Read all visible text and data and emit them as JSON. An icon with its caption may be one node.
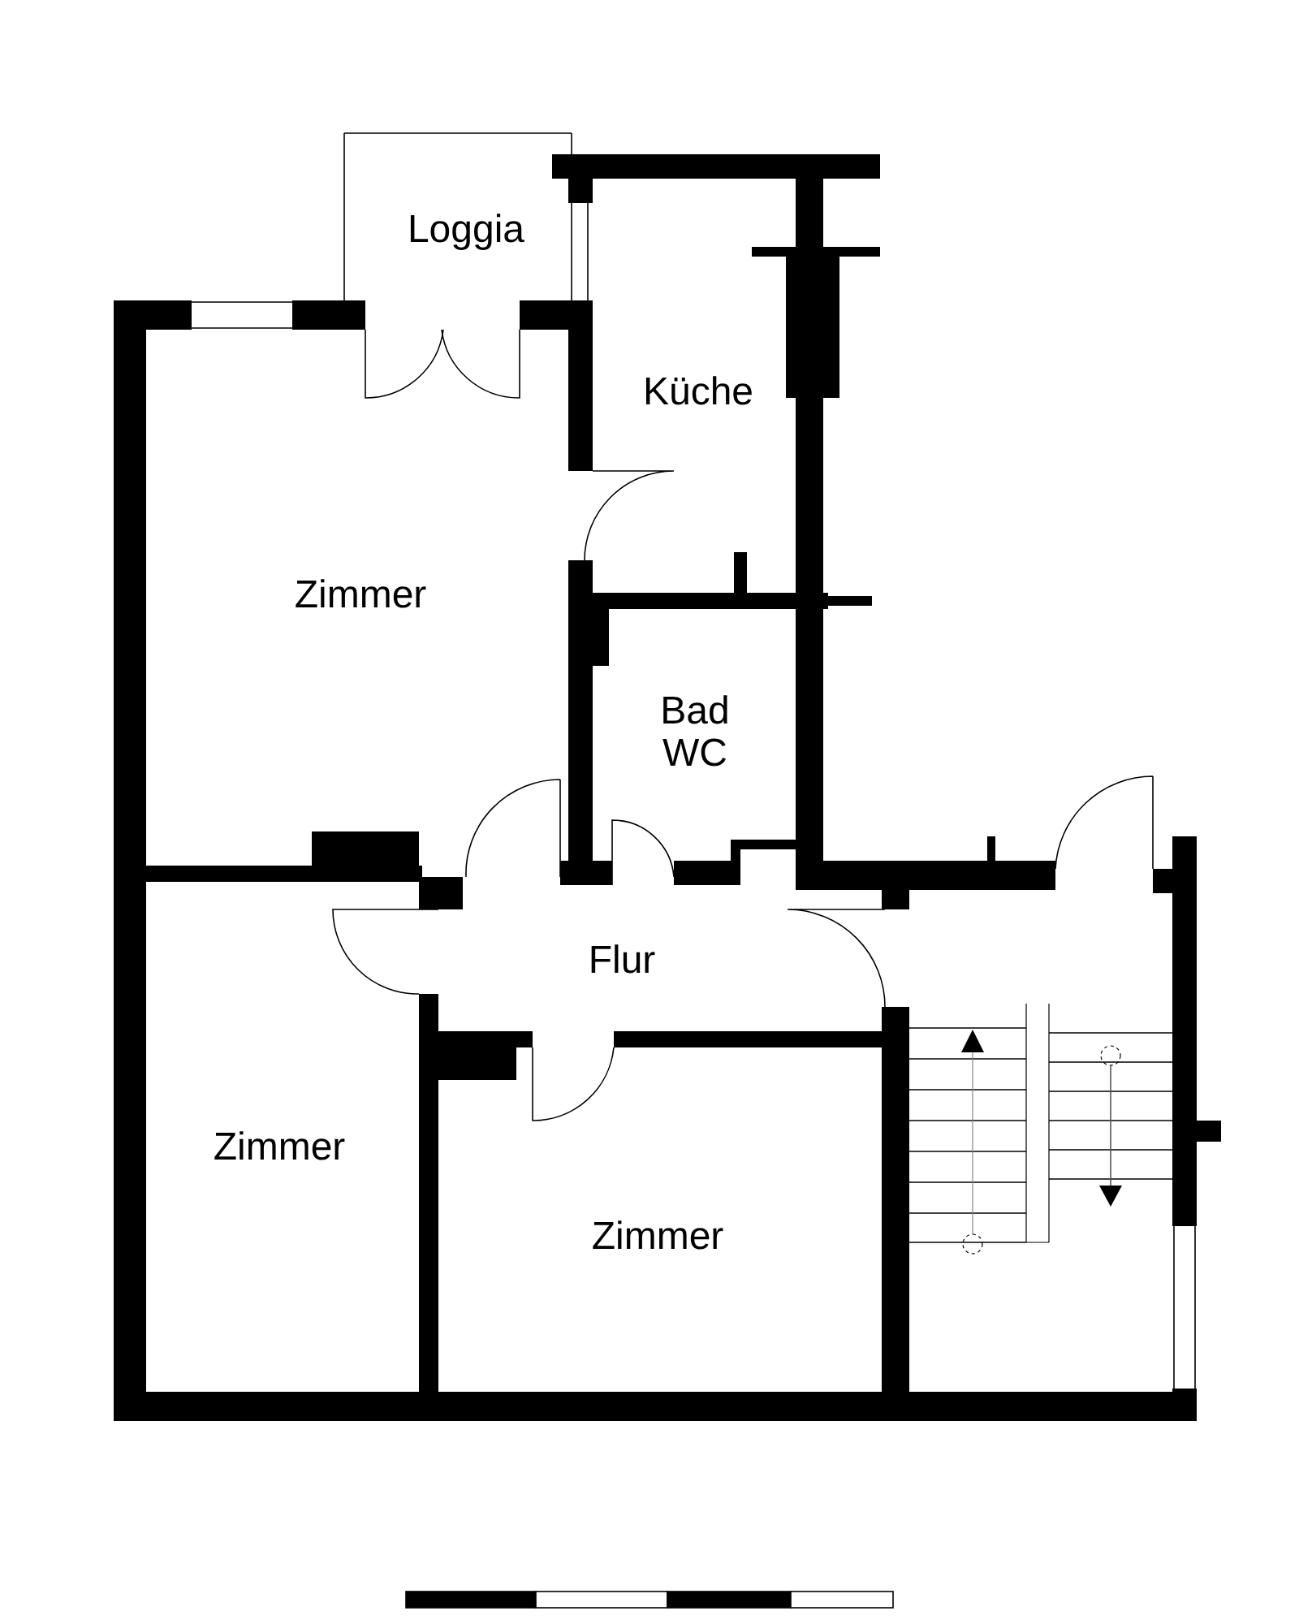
{
  "diagram": {
    "nodes": [
      {
        "text": [
          "Loggia"
        ]
      },
      {
        "text": [
          "Küche"
        ]
      },
      {
        "text": [
          "Zimmer"
        ]
      },
      {
        "text": [
          "Bad WC"
        ]
      },
      {
        "text": [
          "Flur"
        ]
      },
      {
        "text": [
          "Zimmer"
        ]
      },
      {
        "text": [
          "Zimmer"
        ]
      }
    ]
  }
}
